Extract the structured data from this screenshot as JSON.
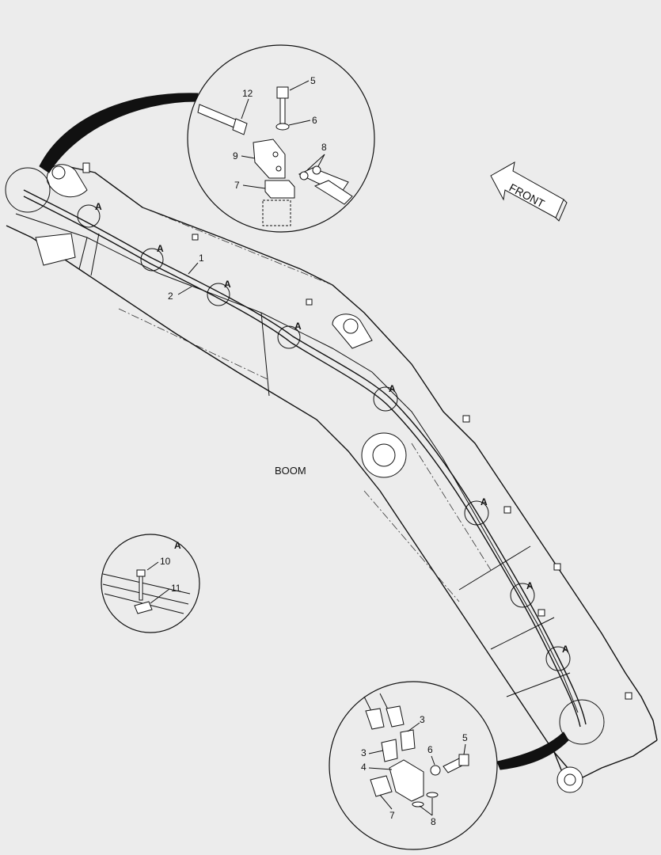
{
  "diagram": {
    "main_label": "BOOM",
    "direction_label": "FRONT",
    "detail_marker": "A",
    "callouts": {
      "c1": "1",
      "c2": "2",
      "c3a": "3",
      "c3b": "3",
      "c4": "4",
      "c5top": "5",
      "c5bot": "5",
      "c6top": "6",
      "c6bot": "6",
      "c7top": "7",
      "c7bot": "7",
      "c8top": "8",
      "c8bot": "8",
      "c9": "9",
      "c10": "10",
      "c11": "11",
      "c12": "12"
    },
    "a_markers": [
      "A",
      "A",
      "A",
      "A",
      "A",
      "A",
      "A",
      "A"
    ],
    "detail_a_title": "A"
  }
}
